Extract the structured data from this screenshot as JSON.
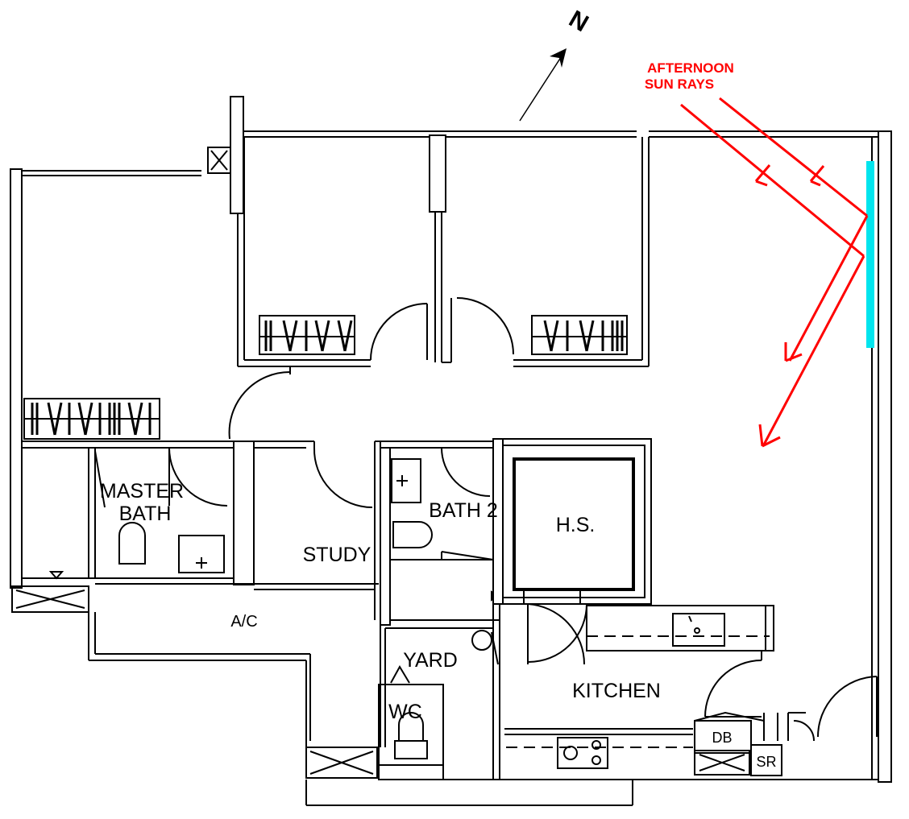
{
  "compass": {
    "label": "N"
  },
  "annotation": {
    "line1": "AFTERNOON",
    "line2": "SUN RAYS",
    "color": "#ff0000",
    "window_highlight_color": "#00e5ee"
  },
  "rooms": {
    "master_bath_line1": "MASTER",
    "master_bath_line2": "BATH",
    "bath2": "BATH 2",
    "study": "STUDY",
    "hs": "H.S.",
    "ac": "A/C",
    "yard": "YARD",
    "wc": "WC",
    "kitchen": "KITCHEN",
    "db": "DB",
    "sr": "SR"
  }
}
